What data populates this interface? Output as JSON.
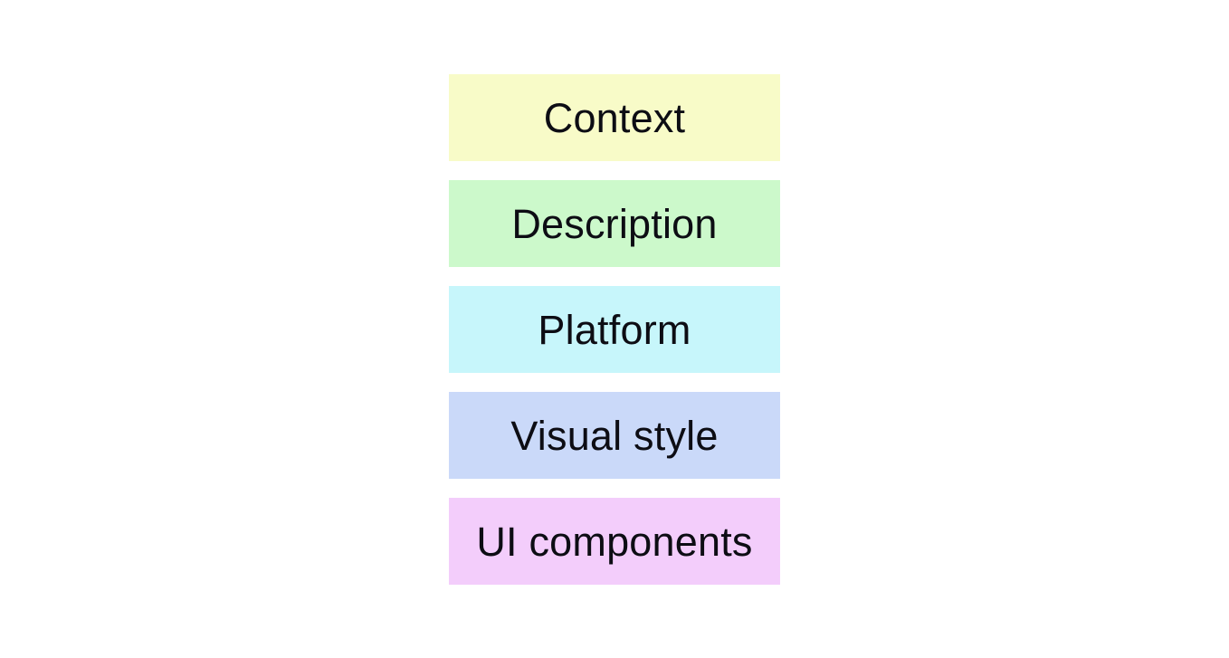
{
  "page": {
    "background_color": "#FFFFFF",
    "text_color": "#0D0D14"
  },
  "diagram": {
    "type": "stacked-blocks",
    "orientation": "vertical",
    "block_count": 5,
    "blocks": [
      {
        "id": "context",
        "label": "Context",
        "fill_color": "#F8FBC8"
      },
      {
        "id": "description",
        "label": "Description",
        "fill_color": "#CCF9CB"
      },
      {
        "id": "platform",
        "label": "Platform",
        "fill_color": "#C7F6FB"
      },
      {
        "id": "visual-style",
        "label": "Visual style",
        "fill_color": "#CAD9F9"
      },
      {
        "id": "ui-components",
        "label": "UI components",
        "fill_color": "#F3CDFB"
      }
    ]
  }
}
